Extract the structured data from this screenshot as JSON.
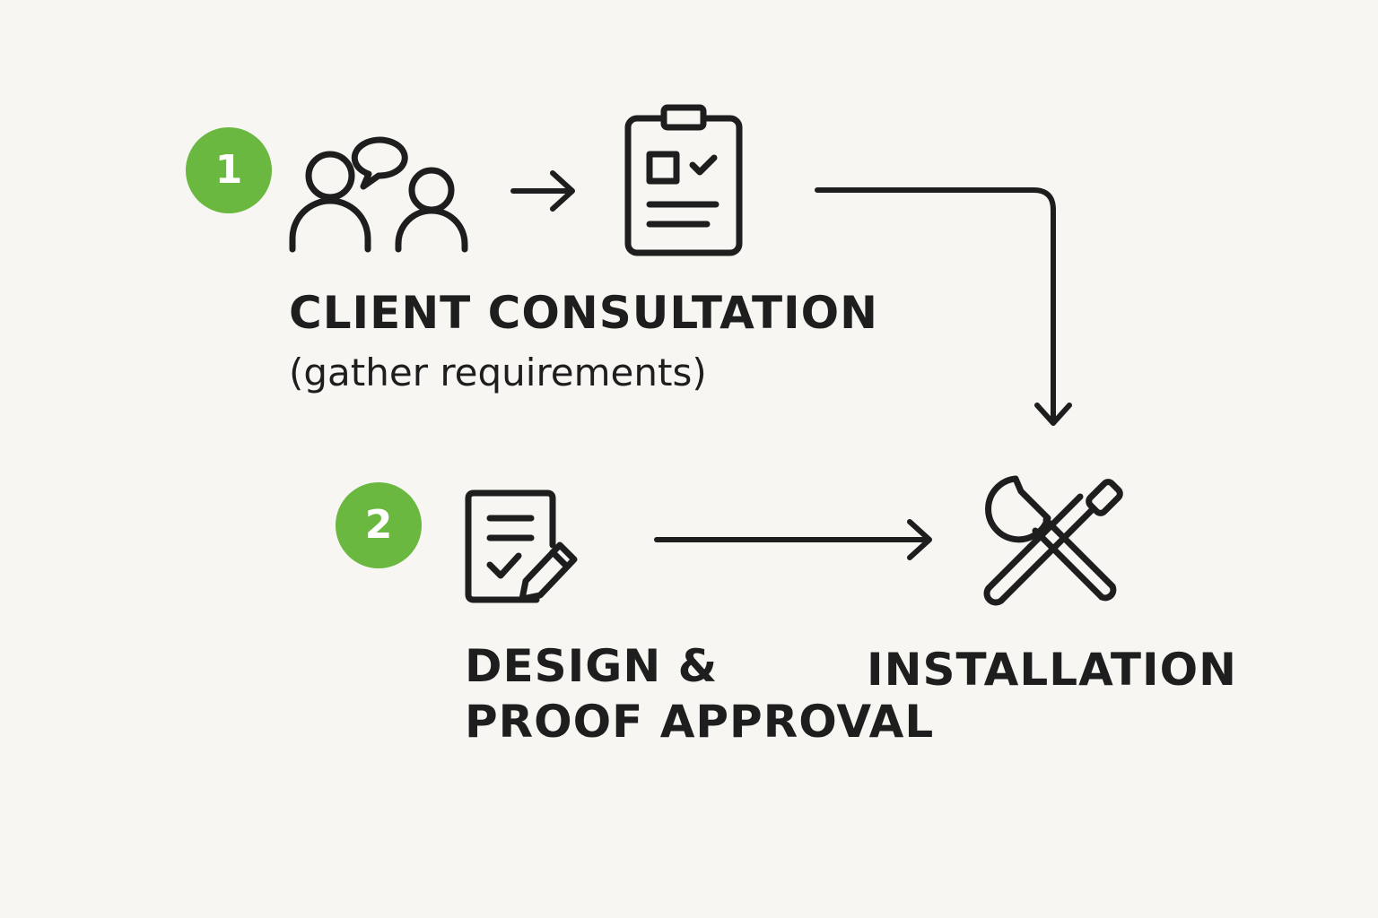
{
  "steps": {
    "consultation": {
      "number": "1",
      "title": "CLIENT CONSULTATION",
      "subtitle": "(gather requirements)"
    },
    "design": {
      "number": "2",
      "title_line1": "DESIGN &",
      "title_line2": "PROOF APPROVAL"
    },
    "installation": {
      "title": "INSTALLATION"
    }
  },
  "icons": {
    "consultation": "people-chat-icon",
    "intake": "clipboard-checklist-icon",
    "design": "document-pencil-icon",
    "installation": "wrench-screwdriver-icon"
  },
  "colors": {
    "background": "#f7f6f2",
    "badge": "#6ab840",
    "ink": "#1e1e1e"
  }
}
